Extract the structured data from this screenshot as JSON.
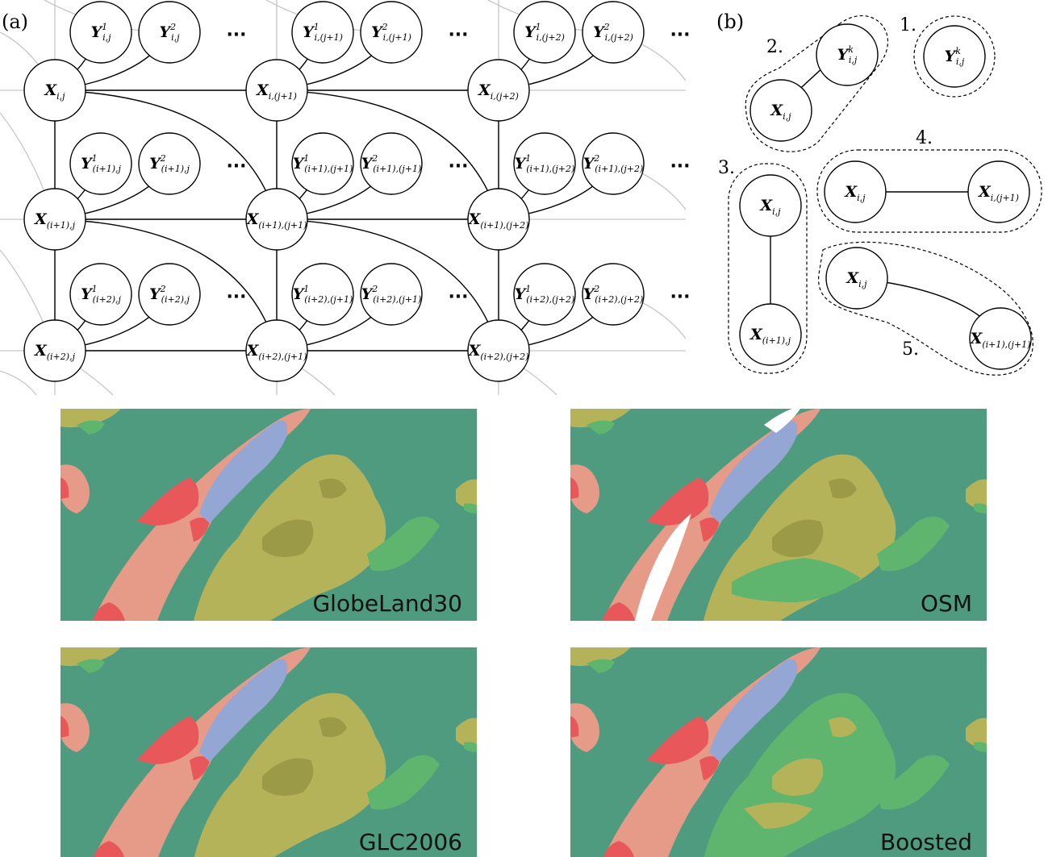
{
  "panel_a": {
    "label": "(a)",
    "x_nodes": [
      {
        "id": "x00",
        "base": "X",
        "sub": "i,j"
      },
      {
        "id": "x01",
        "base": "X",
        "sub": "i,(j+1)"
      },
      {
        "id": "x02",
        "base": "X",
        "sub": "i,(j+2)"
      },
      {
        "id": "x10",
        "base": "X",
        "sub": "(i+1),j"
      },
      {
        "id": "x11",
        "base": "X",
        "sub": "(i+1),(j+1)"
      },
      {
        "id": "x12",
        "base": "X",
        "sub": "(i+1),(j+2)"
      },
      {
        "id": "x20",
        "base": "X",
        "sub": "(i+2),j"
      },
      {
        "id": "x21",
        "base": "X",
        "sub": "(i+2),(j+1)"
      },
      {
        "id": "x22",
        "base": "X",
        "sub": "(i+2),(j+2)"
      }
    ],
    "y_nodes": [
      {
        "id": "y00a",
        "base": "Y",
        "sup": "1",
        "sub": "i,j"
      },
      {
        "id": "y00b",
        "base": "Y",
        "sup": "2",
        "sub": "i,j"
      },
      {
        "id": "y01a",
        "base": "Y",
        "sup": "1",
        "sub": "i,(j+1)"
      },
      {
        "id": "y01b",
        "base": "Y",
        "sup": "2",
        "sub": "i,(j+1)"
      },
      {
        "id": "y02a",
        "base": "Y",
        "sup": "1",
        "sub": "i,(j+2)"
      },
      {
        "id": "y02b",
        "base": "Y",
        "sup": "2",
        "sub": "i,(j+2)"
      },
      {
        "id": "y10a",
        "base": "Y",
        "sup": "1",
        "sub": "(i+1),j"
      },
      {
        "id": "y10b",
        "base": "Y",
        "sup": "2",
        "sub": "(i+1),j"
      },
      {
        "id": "y11a",
        "base": "Y",
        "sup": "1",
        "sub": "(i+1),(j+1)"
      },
      {
        "id": "y11b",
        "base": "Y",
        "sup": "2",
        "sub": "(i+1),(j+1)"
      },
      {
        "id": "y12a",
        "base": "Y",
        "sup": "1",
        "sub": "(i+1),(j+2)"
      },
      {
        "id": "y12b",
        "base": "Y",
        "sup": "2",
        "sub": "(i+1),(j+2)"
      },
      {
        "id": "y20a",
        "base": "Y",
        "sup": "1",
        "sub": "(i+2),j"
      },
      {
        "id": "y20b",
        "base": "Y",
        "sup": "2",
        "sub": "(i+2),j"
      },
      {
        "id": "y21a",
        "base": "Y",
        "sup": "1",
        "sub": "(i+2),(j+1)"
      },
      {
        "id": "y21b",
        "base": "Y",
        "sup": "2",
        "sub": "(i+2),(j+1)"
      },
      {
        "id": "y22a",
        "base": "Y",
        "sup": "1",
        "sub": "(i+2),(j+2)"
      },
      {
        "id": "y22b",
        "base": "Y",
        "sup": "2",
        "sub": "(i+2),(j+2)"
      }
    ],
    "ellipsis": "···"
  },
  "panel_b": {
    "label": "(b)",
    "cliques": [
      {
        "number": "1.",
        "nodes": [
          {
            "base": "Y",
            "sup": "k",
            "sub": "i,j"
          }
        ]
      },
      {
        "number": "2.",
        "nodes": [
          {
            "base": "Y",
            "sup": "k",
            "sub": "i,j"
          },
          {
            "base": "X",
            "sub": "i,j"
          }
        ]
      },
      {
        "number": "3.",
        "nodes": [
          {
            "base": "X",
            "sub": "i,j"
          },
          {
            "base": "X",
            "sub": "(i+1),j"
          }
        ]
      },
      {
        "number": "4.",
        "nodes": [
          {
            "base": "X",
            "sub": "i,j"
          },
          {
            "base": "X",
            "sub": "i,(j+1)"
          }
        ]
      },
      {
        "number": "5.",
        "nodes": [
          {
            "base": "X",
            "sub": "i,j"
          },
          {
            "base": "X",
            "sub": "(i+1),(j+1)"
          }
        ]
      }
    ]
  },
  "maps": [
    {
      "label": "GlobeLand30"
    },
    {
      "label": "OSM"
    },
    {
      "label": "GLC2006"
    },
    {
      "label": "Boosted"
    }
  ],
  "colors": {
    "forest": "#4f9b80",
    "water": "#93a6d4",
    "urban": "#e8585a",
    "bare": "#e59b88",
    "agriculture": "#b5b35a",
    "agriculture_dark": "#9b9a47",
    "grassland": "#5fb56e",
    "snow": "#ffffff"
  }
}
